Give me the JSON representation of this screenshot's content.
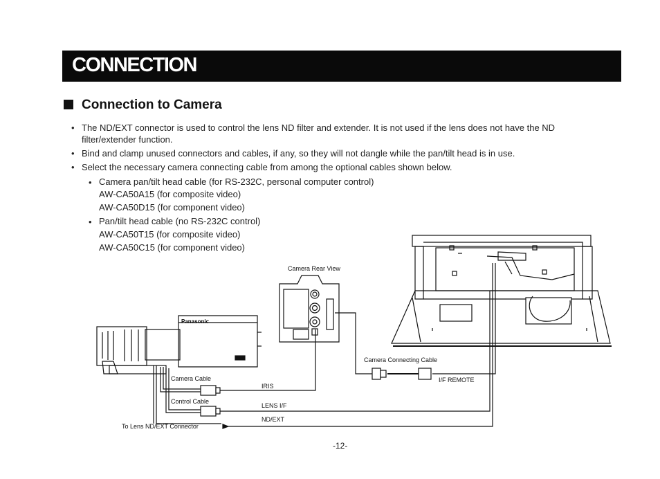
{
  "header": {
    "title": "CONNECTION"
  },
  "section": {
    "title": "Connection to Camera"
  },
  "bullets": [
    "The ND/EXT connector is used to control the lens ND filter and extender. It is not used if the lens does not have the ND",
    "filter/extender function.",
    "Bind and clamp unused connectors and cables, if any, so they will not dangle while the pan/tilt head is in use.",
    "Select the necessary camera connecting cable from among the optional cables shown below."
  ],
  "subbullets": {
    "group1_title": "Camera pan/tilt head cable (for RS-232C, personal computer control)",
    "group1_items": [
      "AW-CA50A15 (for composite video)",
      "AW-CA50D15 (for component video)"
    ],
    "group2_title": "Pan/tilt head cable (no RS-232C control)",
    "group2_items": [
      "AW-CA50T15 (for composite video)",
      "AW-CA50C15 (for component video)"
    ]
  },
  "diagram": {
    "rear_view": "Camera Rear View",
    "camera_cable": "Camera Cable",
    "iris": "IRIS",
    "control_cable": "Control Cable",
    "lens_if": "LENS I/F",
    "nd_ext": "ND/EXT",
    "to_lens": "To Lens ND/EXT Connector",
    "camera_connecting_cable": "Camera Connecting Cable",
    "if_remote": "I/F REMOTE",
    "brand": "Panasonic"
  },
  "footer": {
    "page": "-12-"
  }
}
